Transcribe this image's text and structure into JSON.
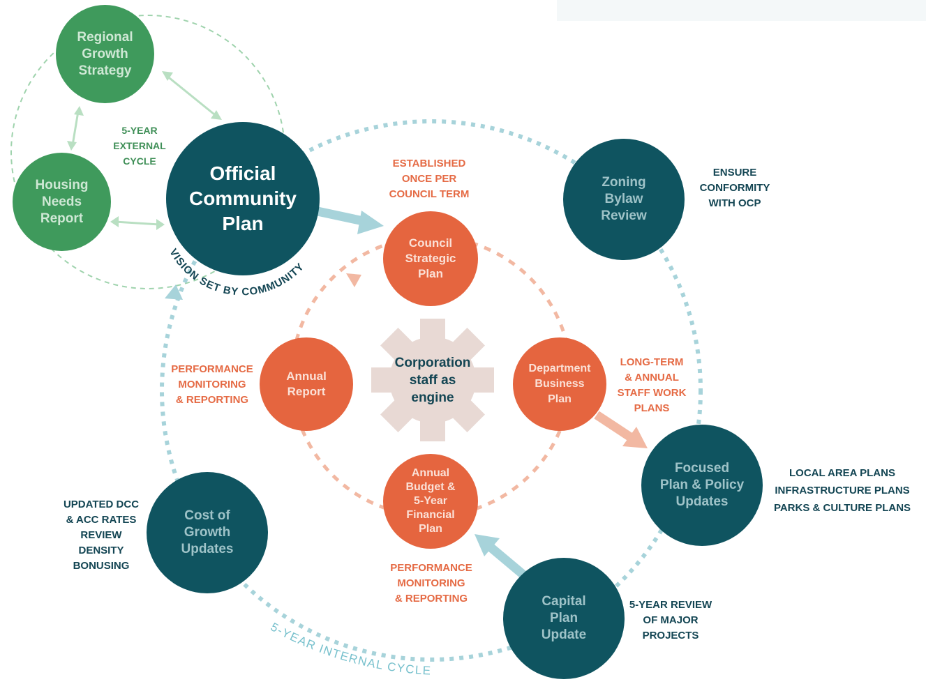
{
  "colors": {
    "dark_teal": "#0f5460",
    "green": "#3f9a5c",
    "orange": "#e5653f",
    "light_teal": "#a7d3da",
    "light_orange": "#f2b8a2",
    "gear": "#e8d9d4",
    "green_text": "#3f8f57",
    "orange_text": "#e56a44",
    "navy_text": "#134553"
  },
  "nodes": {
    "regional_growth": "Regional\nGrowth\nStrategy",
    "housing_needs": "Housing\nNeeds\nReport",
    "ocp": "Official\nCommunity\nPlan",
    "zoning": "Zoning\nBylaw\nReview",
    "council_plan": "Council\nStrategic\nPlan",
    "annual_report": "Annual\nReport",
    "dept_plan": "Department\nBusiness\nPlan",
    "budget": "Annual\nBudget &\n5-Year\nFinancial\nPlan",
    "focused": "Focused\nPlan & Policy\nUpdates",
    "cost_growth": "Cost of\nGrowth\nUpdates",
    "capital": "Capital\nPlan\nUpdate",
    "engine": "Corporation\nstaff as\nengine"
  },
  "labels": {
    "external_cycle": "5-YEAR\nEXTERNAL\nCYCLE",
    "established": "ESTABLISHED\nONCE PER\nCOUNCIL TERM",
    "ensure": "ENSURE\nCONFORMITY\nWITH OCP",
    "perf_left": "PERFORMANCE\nMONITORING\n& REPORTING",
    "long_term": "LONG-TERM\n& ANNUAL\nSTAFF WORK\nPLANS",
    "local_area": "LOCAL AREA PLANS\nINFRASTRUCTURE PLANS\nPARKS & CULTURE PLANS",
    "dcc": "UPDATED DCC\n& ACC RATES\nREVIEW\nDENSITY\nBONUSING",
    "perf_bottom": "PERFORMANCE\nMONITORING\n& REPORTING",
    "five_year_review": "5-YEAR REVIEW\nOF MAJOR\nPROJECTS",
    "vision": "VISION SET BY COMMUNITY",
    "internal_cycle": "5-YEAR INTERNAL CYCLE"
  }
}
